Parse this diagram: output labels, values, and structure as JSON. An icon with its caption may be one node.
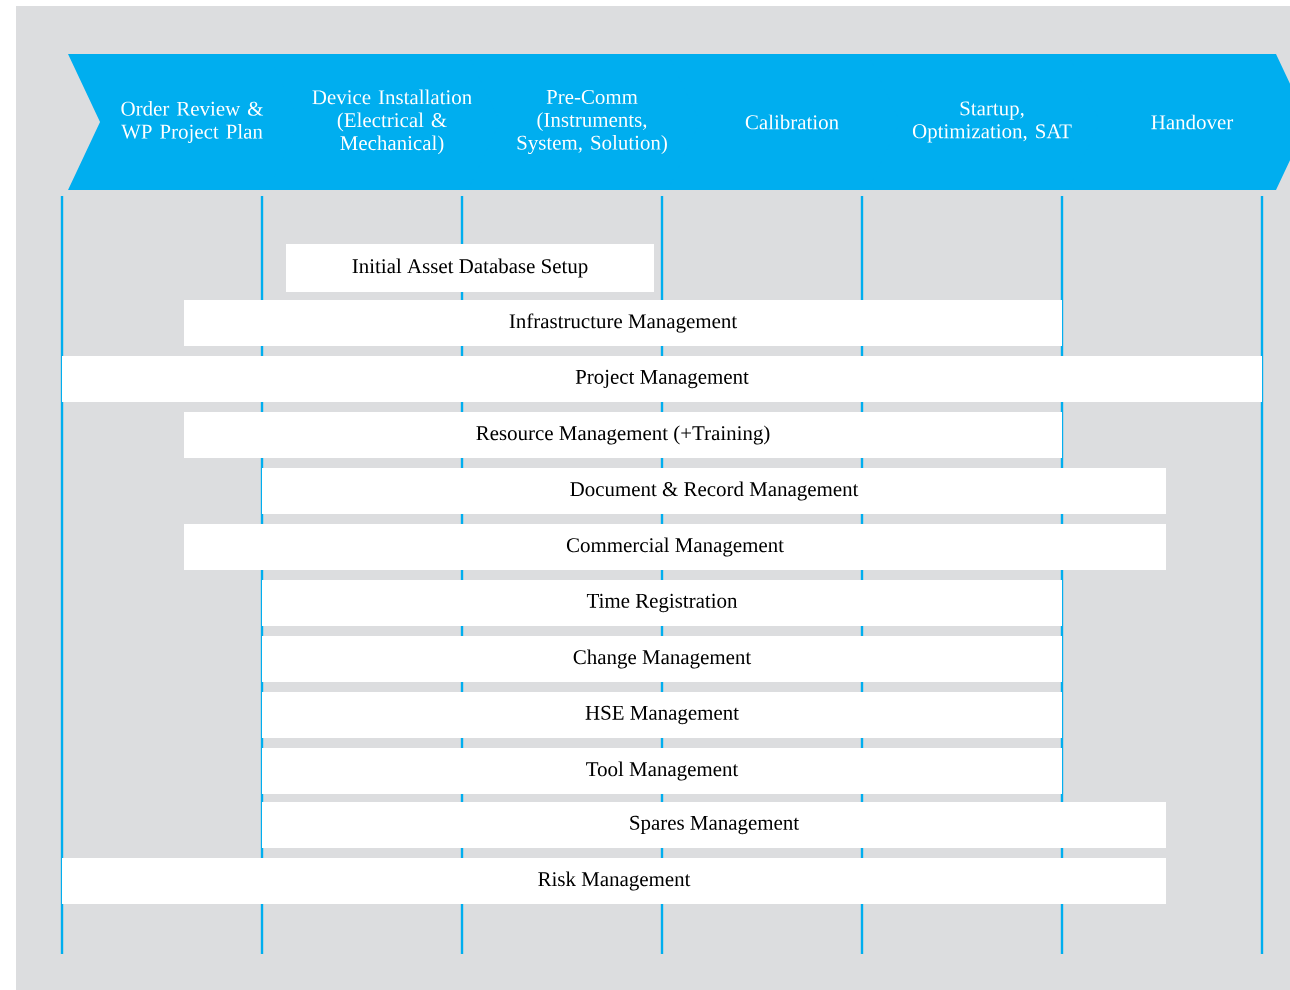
{
  "diagram": {
    "nodes": [
      {
        "text": [
          "Order Review & WP Project Plan"
        ]
      },
      {
        "text": [
          "Device Installation (Electrical & Mechanical)"
        ]
      },
      {
        "text": [
          "Pre-Comm (Instruments, System, Solution)"
        ]
      },
      {
        "text": [
          "Calibration"
        ]
      },
      {
        "text": [
          "Startup, Optimization, SAT"
        ]
      },
      {
        "text": [
          "Handover"
        ]
      },
      {
        "text": [
          "Initial Asset Database Setup"
        ]
      },
      {
        "text": [
          "Infrastructure Management"
        ]
      },
      {
        "text": [
          "Project Management"
        ]
      },
      {
        "text": [
          "Resource Management (+Training)"
        ]
      },
      {
        "text": [
          "Document & Record Management"
        ]
      },
      {
        "text": [
          "Commercial Management"
        ]
      },
      {
        "text": [
          "Time Registration"
        ]
      },
      {
        "text": [
          "Change Management"
        ]
      },
      {
        "text": [
          "HSE Management"
        ]
      },
      {
        "text": [
          "Tool Management"
        ]
      },
      {
        "text": [
          "Spares Management"
        ]
      },
      {
        "text": [
          "Risk Management"
        ]
      }
    ]
  }
}
